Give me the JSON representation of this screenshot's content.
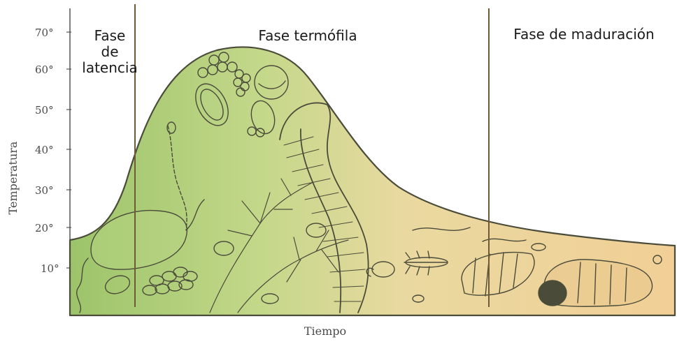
{
  "y_axis": {
    "label": "Temperatura",
    "ticks": [
      "70°",
      "60°",
      "50°",
      "40°",
      "30°",
      "20°",
      "10°"
    ]
  },
  "x_axis": {
    "label": "Tiempo"
  },
  "phases": {
    "latency": {
      "line1": "Fase",
      "line2": "de",
      "line3": "latencia"
    },
    "thermophilic": {
      "label": "Fase termófila"
    },
    "maturation": {
      "label": "Fase de maduración"
    }
  },
  "colors": {
    "fill_left": "#9cc46a",
    "fill_mid": "#d6dd9a",
    "fill_right": "#f1cf96",
    "ink": "#4b4b3a",
    "divider": "#6e5a35"
  }
}
